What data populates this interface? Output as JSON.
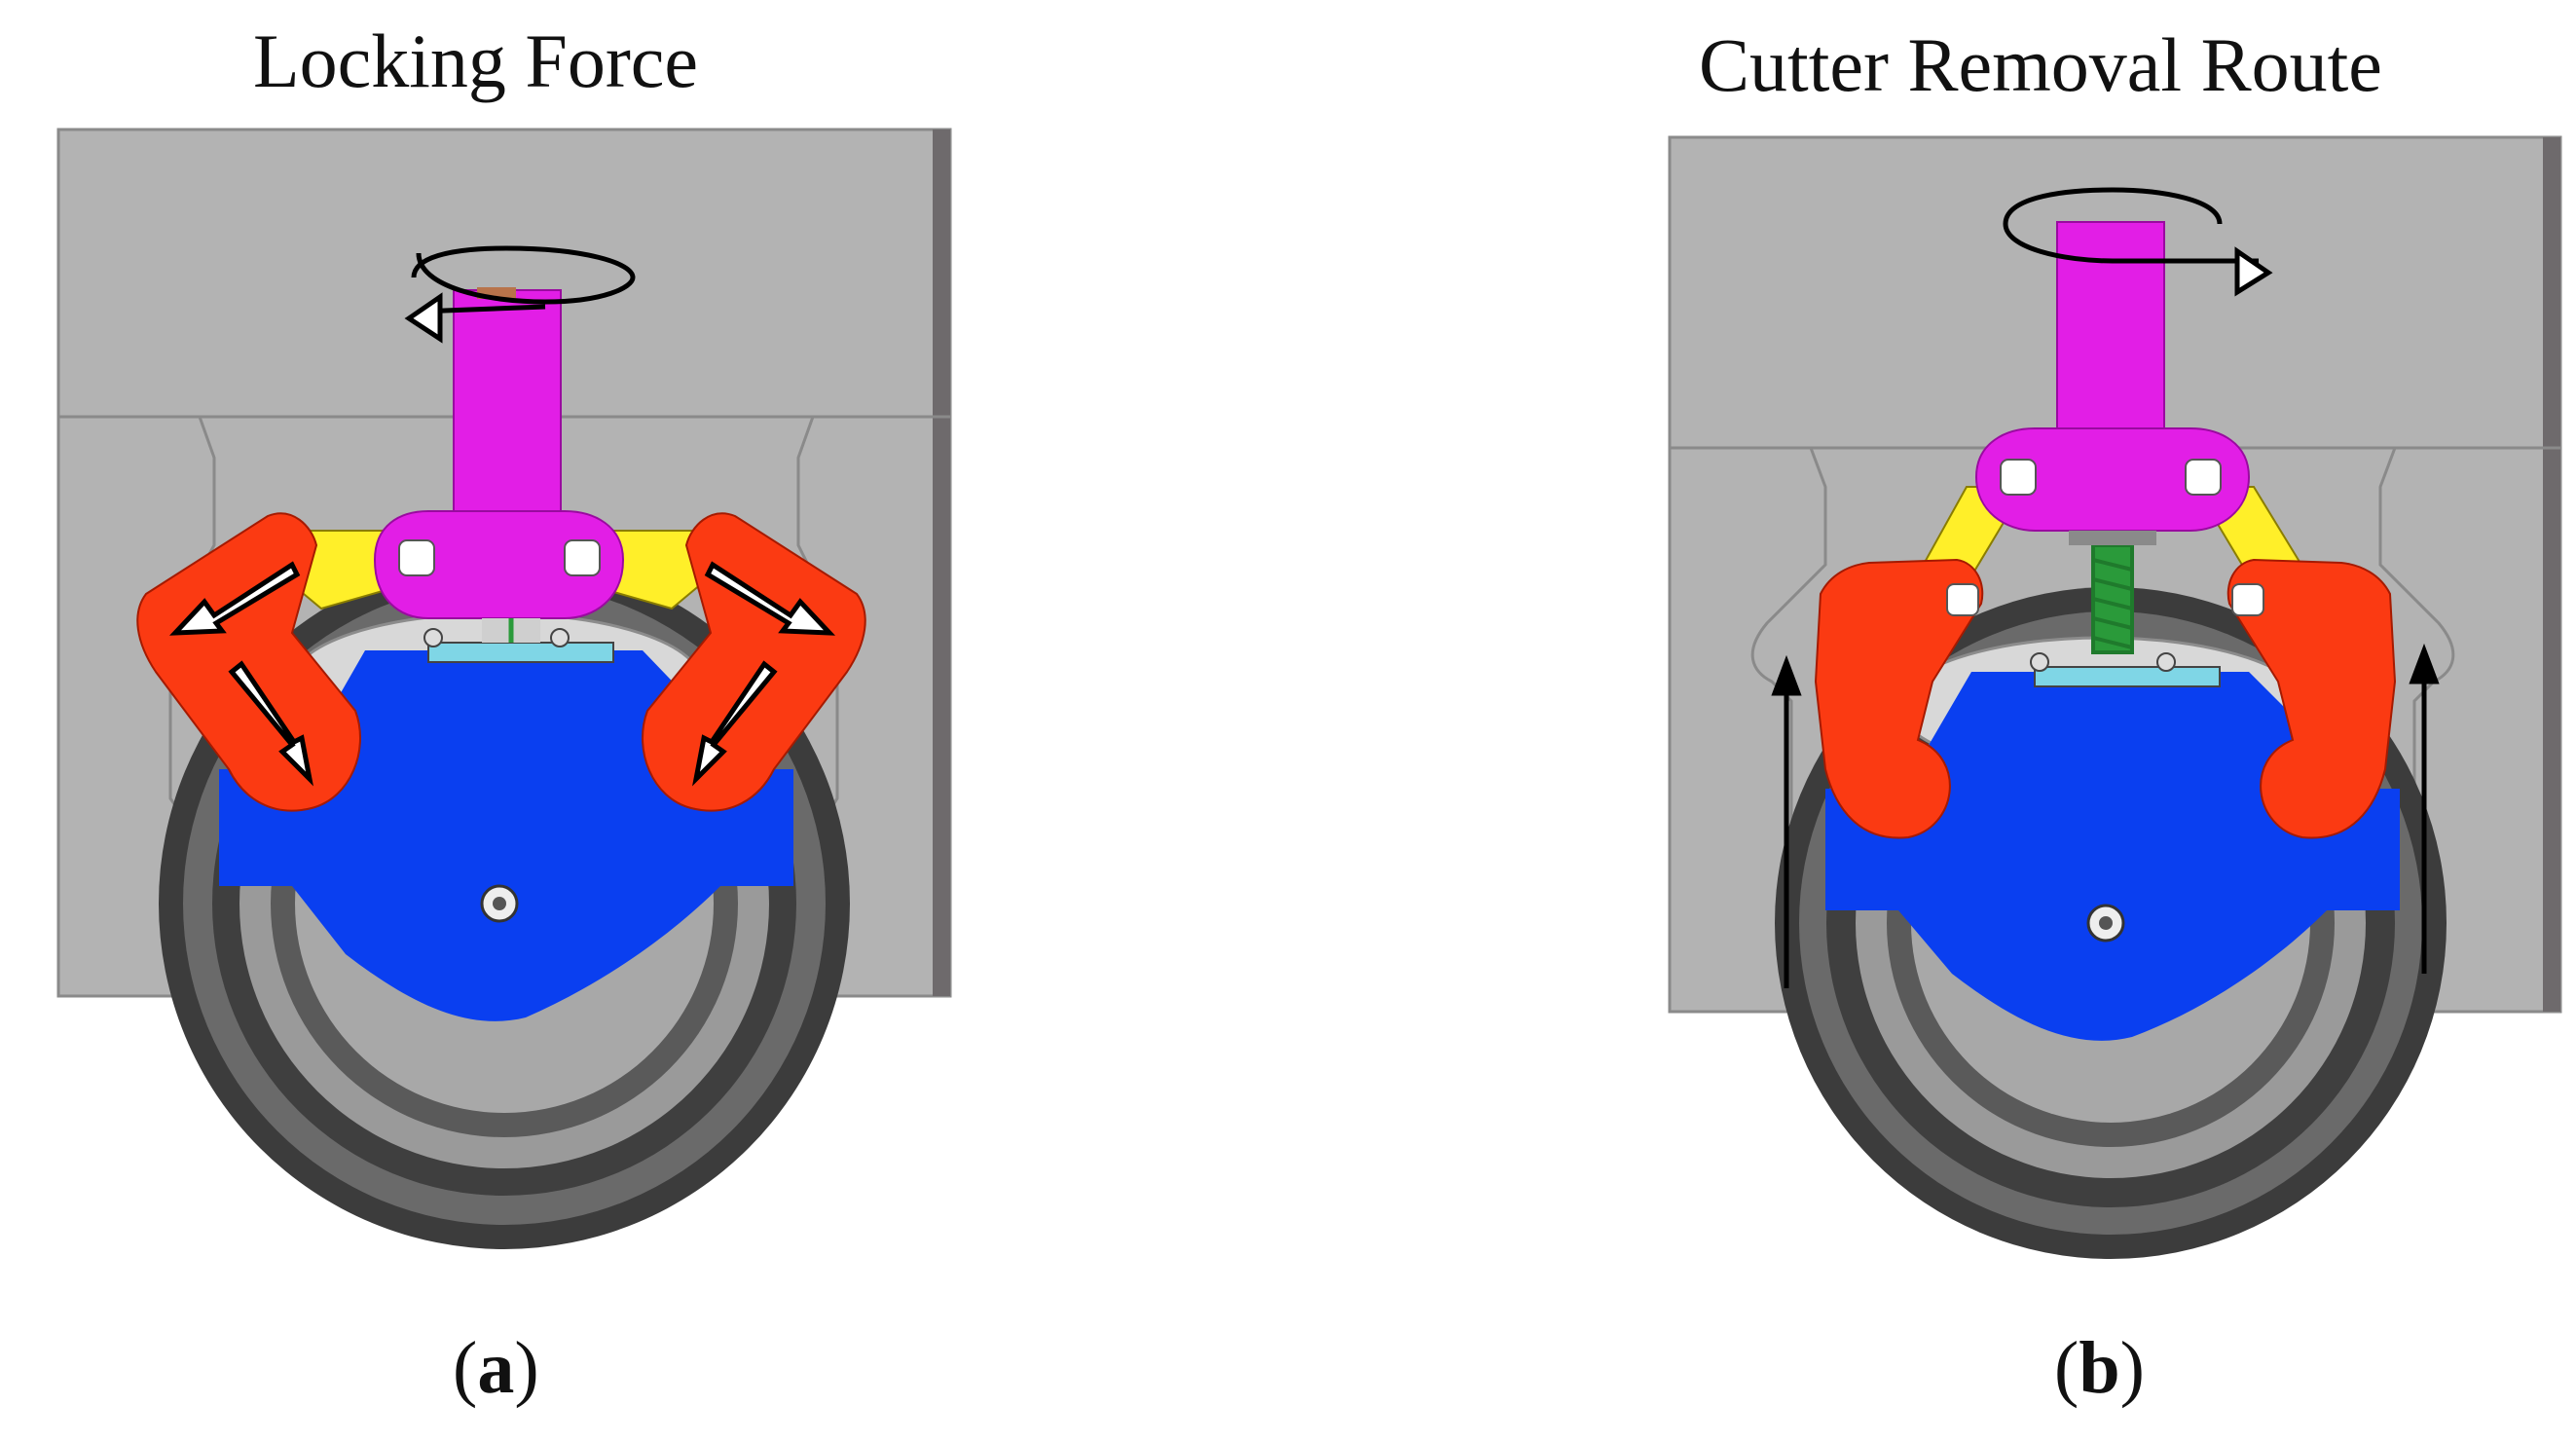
{
  "panels": [
    {
      "title": "Locking Force",
      "caption_open": "(",
      "caption_letter": "a",
      "caption_close": ")"
    },
    {
      "title": "Cutter Removal Route",
      "caption_open": "(",
      "caption_letter": "b",
      "caption_close": ")"
    }
  ],
  "colors": {
    "housing": "#b3b3b3",
    "housing_edge": "#8a8a8a",
    "housing_dark": "#6e6a6c",
    "wheel_dark": "#3c3c3c",
    "wheel_light": "#9a9a9a",
    "cutter_body": "#0a3ff0",
    "spindle": "#e21ee6",
    "link": "#ffef29",
    "jaw": "#fb3a12",
    "spring": "#2a9a3a",
    "plate": "#7fd6e6",
    "arrow": "#000000"
  }
}
